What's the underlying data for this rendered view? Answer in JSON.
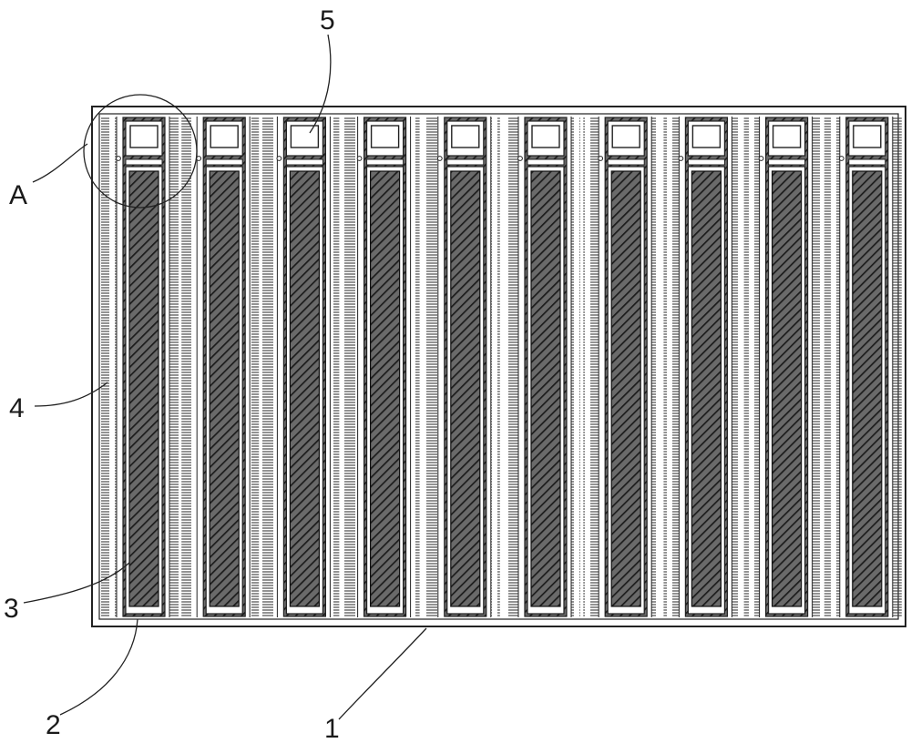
{
  "figure": {
    "channel_count": 10,
    "labels": {
      "body": "1",
      "channel_wall": "2",
      "filler": "3",
      "scale": "4",
      "window": "5",
      "detail": "A"
    }
  }
}
